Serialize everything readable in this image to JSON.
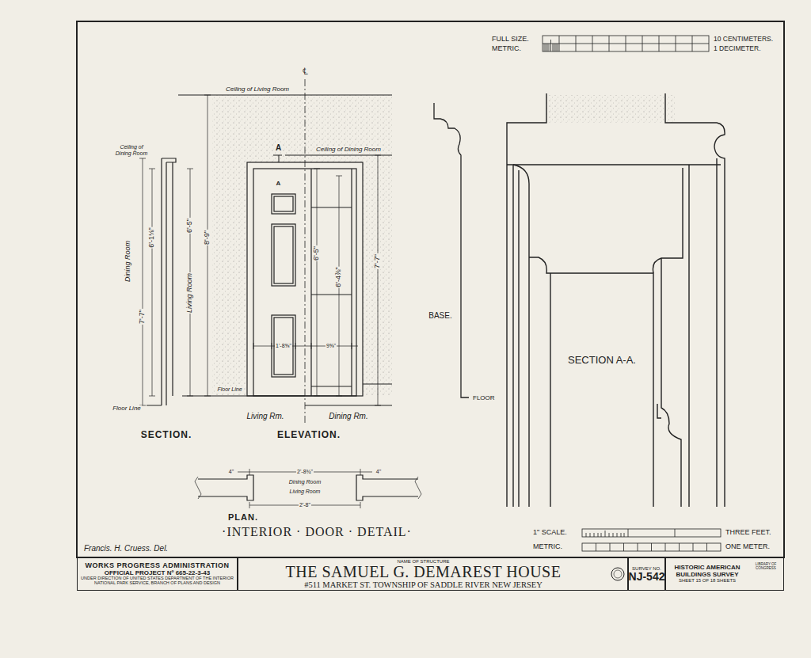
{
  "diagram": {
    "title": "·INTERIOR · DOOR · DETAIL·",
    "nodes": [
      {
        "text": [
          "WORKS PROGRESS ADMINISTRATION",
          "OFFICIAL PROJECT Nº 665-22-3-43",
          "UNDER DIRECTION OF UNITED STATES DEPARTMENT OF THE INTERIOR NATIONAL PARK SERVICE, BRANCH OF PLANS AND DESIGN"
        ]
      },
      {
        "text": [
          "NAME OF STRUCTURE",
          "THE SAMUEL G. DEMAREST HOUSE",
          "#511 MARKET ST. TOWNSHIP OF SADDLE RIVER NEW JERSEY"
        ]
      },
      {
        "text": [
          "SURVEY NO.",
          "NJ-542"
        ]
      },
      {
        "text": [
          "HISTORIC AMERICAN BUILDINGS SURVEY",
          "SHEET 15 OF 18 SHEETS",
          "LIBRARY OF CONGRESS"
        ]
      }
    ],
    "labels": [
      "FULL SIZE.",
      "METRIC.",
      "10 CENTIMETERS.",
      "1 DECIMETER.",
      "Ceiling of Living Room",
      "℄",
      "Ceiling of Dining Room",
      "A",
      "Ceiling of Dining Room",
      "A",
      "Dining Room",
      "7'-7\"",
      "6'-1⅛\"",
      "Living Room",
      "6'-5\"",
      "8'-9\"",
      "6'-5\"",
      "6'-4⅞\"",
      "7'-7\"",
      "1'-8⅝\"",
      "9⅝\"",
      "Floor Line",
      "Floor Line",
      "Living Rm.",
      "Dining Rm.",
      "SECTION.",
      "ELEVATION.",
      "2'-8¾\"",
      "Dining Room",
      "Living Room",
      "2'-8\"",
      "4\"",
      "4\"",
      "PLAN.",
      "BASE.",
      "FLOOR",
      "SECTION A-A.",
      "1\" SCALE.",
      "THREE FEET.",
      "METRIC.",
      "ONE METER.",
      "Francis. H. Cruess. Del."
    ]
  }
}
